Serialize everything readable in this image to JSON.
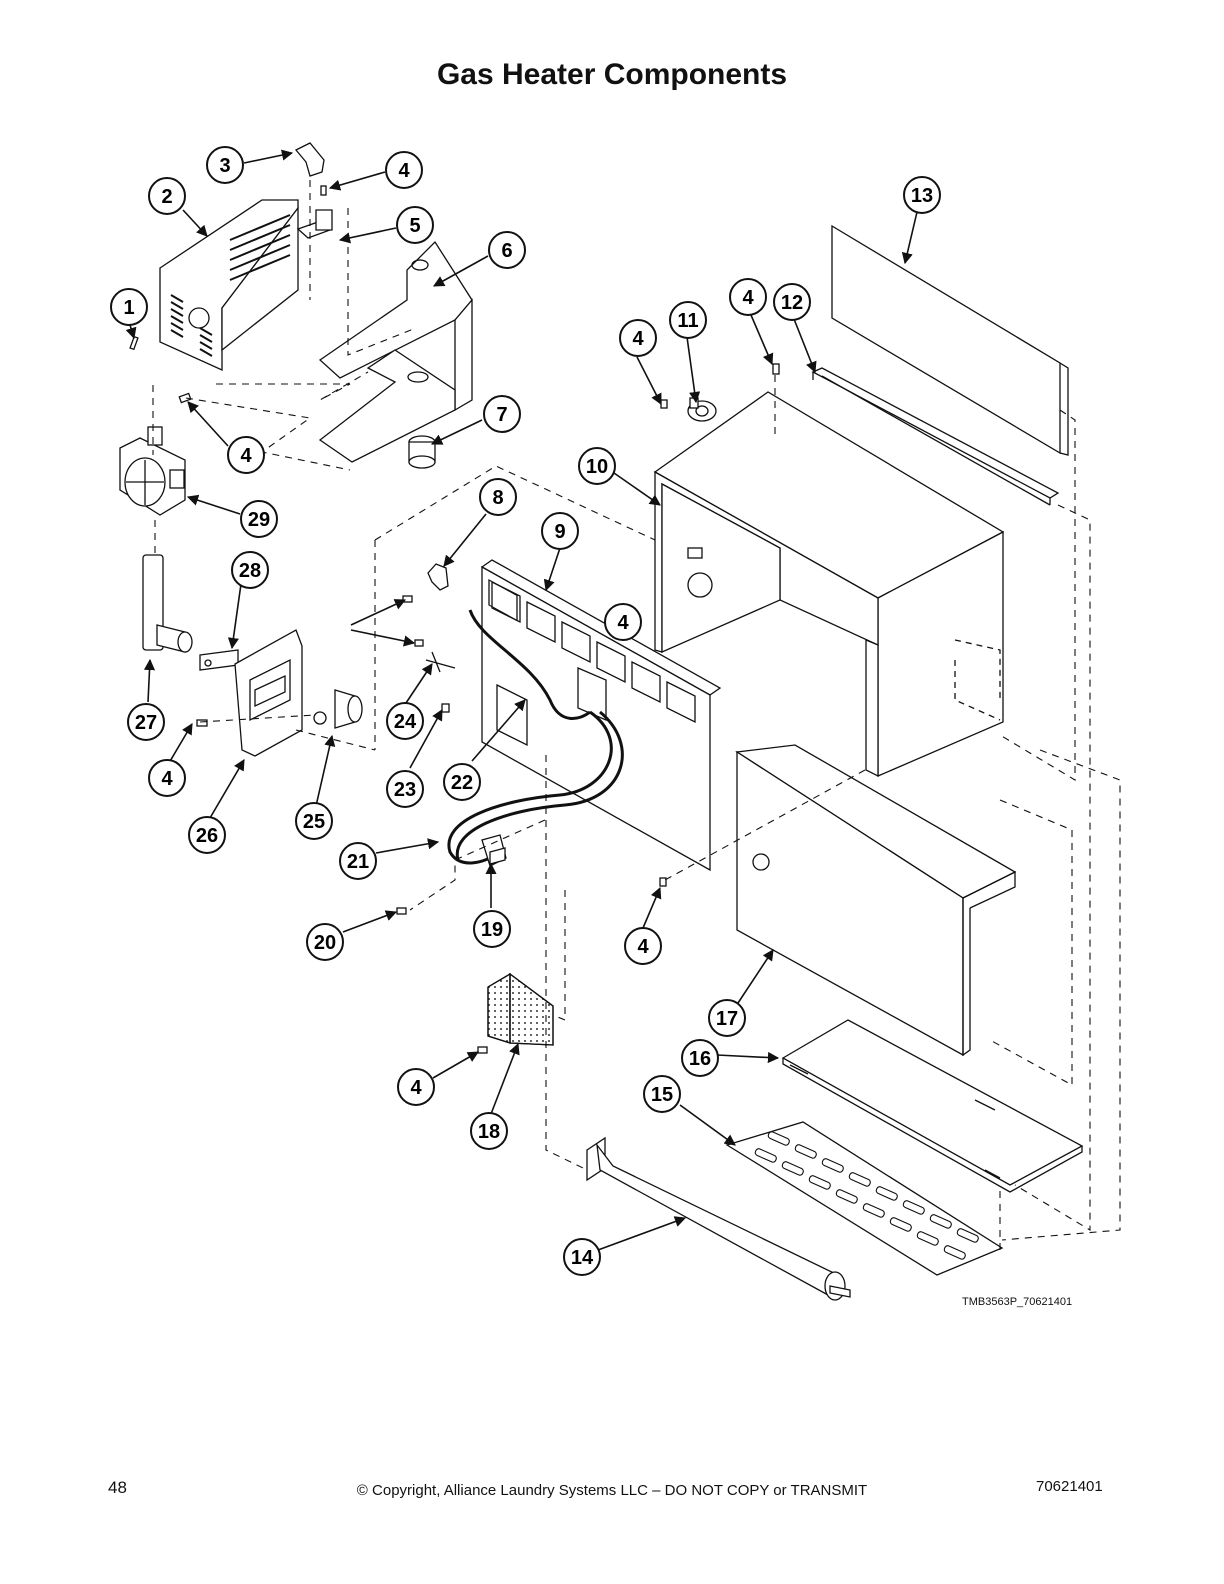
{
  "title": "Gas Heater Components",
  "drawing_id": "TMB3563P_70621401",
  "footer": {
    "page_number": "48",
    "copyright": "© Copyright, Alliance Laundry Systems LLC – DO NOT COPY or TRANSMIT",
    "document_number": "70621401"
  },
  "callouts": [
    "1",
    "2",
    "3",
    "4",
    "4",
    "4",
    "4",
    "4",
    "4",
    "4",
    "4",
    "5",
    "6",
    "7",
    "8",
    "9",
    "10",
    "11",
    "12",
    "13",
    "14",
    "15",
    "16",
    "17",
    "18",
    "19",
    "20",
    "21",
    "22",
    "23",
    "24",
    "25",
    "26",
    "27",
    "28",
    "29"
  ]
}
